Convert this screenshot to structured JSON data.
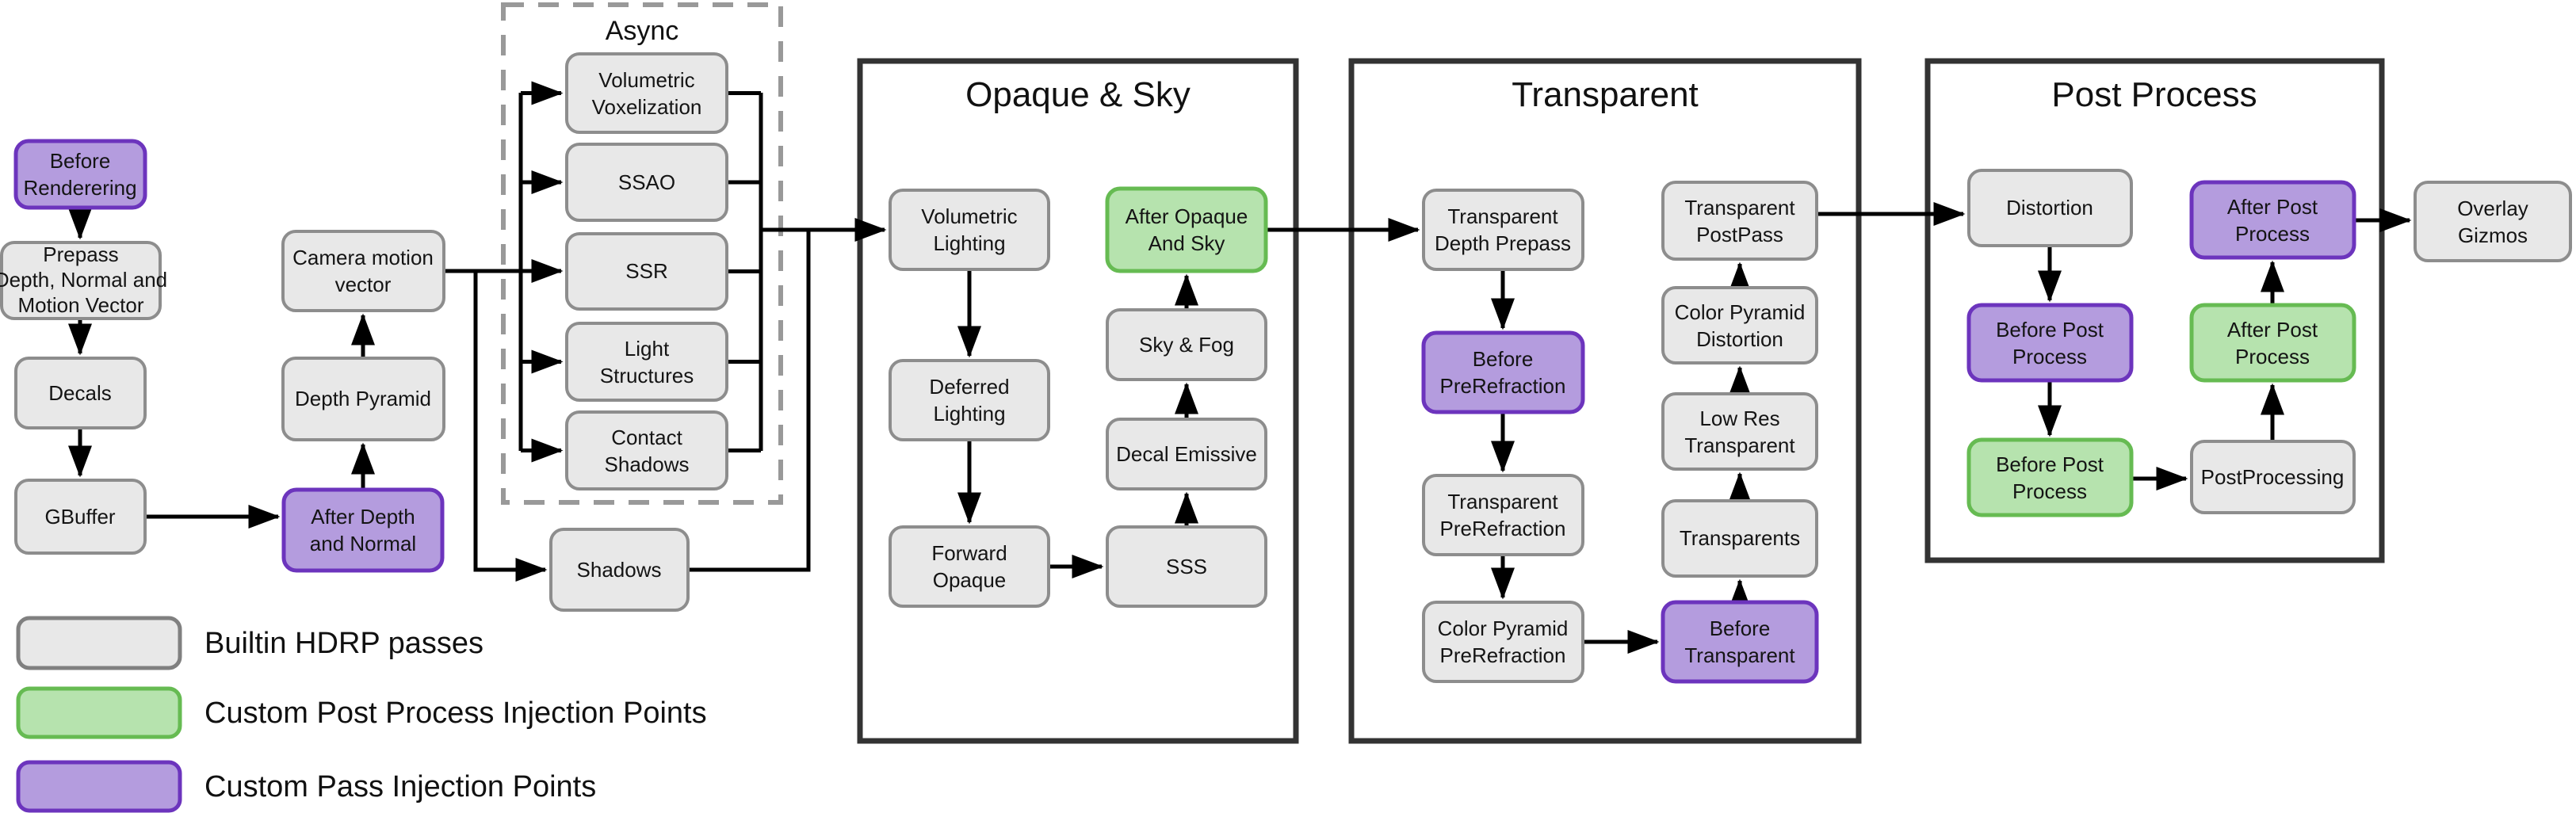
{
  "diagram": {
    "async_label": "Async",
    "sections": {
      "opaque_sky": {
        "title": "Opaque & Sky"
      },
      "transparent": {
        "title": "Transparent"
      },
      "post_process": {
        "title": "Post Process"
      }
    },
    "nodes": {
      "before_rendering": {
        "kind": "custom_pass",
        "lines": [
          "Before",
          "Renderering"
        ]
      },
      "prepass": {
        "kind": "builtin",
        "lines": [
          "Prepass",
          "Depth, Normal and",
          "Motion Vector"
        ]
      },
      "decals": {
        "kind": "builtin",
        "lines": [
          "Decals"
        ]
      },
      "gbuffer": {
        "kind": "builtin",
        "lines": [
          "GBuffer"
        ]
      },
      "camera_motion_vector": {
        "kind": "builtin",
        "lines": [
          "Camera motion",
          "vector"
        ]
      },
      "depth_pyramid": {
        "kind": "builtin",
        "lines": [
          "Depth Pyramid"
        ]
      },
      "after_depth_and_normal": {
        "kind": "custom_pass",
        "lines": [
          "After Depth",
          "and Normal"
        ]
      },
      "volumetric_voxelization": {
        "kind": "builtin",
        "lines": [
          "Volumetric",
          "Voxelization"
        ]
      },
      "ssao": {
        "kind": "builtin",
        "lines": [
          "SSAO"
        ]
      },
      "ssr": {
        "kind": "builtin",
        "lines": [
          "SSR"
        ]
      },
      "light_structures": {
        "kind": "builtin",
        "lines": [
          "Light",
          "Structures"
        ]
      },
      "contact_shadows": {
        "kind": "builtin",
        "lines": [
          "Contact",
          "Shadows"
        ]
      },
      "shadows": {
        "kind": "builtin",
        "lines": [
          "Shadows"
        ]
      },
      "volumetric_lighting": {
        "kind": "builtin",
        "lines": [
          "Volumetric",
          "Lighting"
        ]
      },
      "deferred_lighting": {
        "kind": "builtin",
        "lines": [
          "Deferred",
          "Lighting"
        ]
      },
      "forward_opaque": {
        "kind": "builtin",
        "lines": [
          "Forward",
          "Opaque"
        ]
      },
      "sss": {
        "kind": "builtin",
        "lines": [
          "SSS"
        ]
      },
      "decal_emissive": {
        "kind": "builtin",
        "lines": [
          "Decal Emissive"
        ]
      },
      "sky_fog": {
        "kind": "builtin",
        "lines": [
          "Sky & Fog"
        ]
      },
      "after_opaque_and_sky": {
        "kind": "custom_post",
        "lines": [
          "After Opaque",
          "And Sky"
        ]
      },
      "transparent_depth_prepass": {
        "kind": "builtin",
        "lines": [
          "Transparent",
          "Depth Prepass"
        ]
      },
      "before_prerefraction": {
        "kind": "custom_pass",
        "lines": [
          "Before",
          "PreRefraction"
        ]
      },
      "transparent_prerefraction": {
        "kind": "builtin",
        "lines": [
          "Transparent",
          "PreRefraction"
        ]
      },
      "color_pyramid_prerefraction": {
        "kind": "builtin",
        "lines": [
          "Color Pyramid",
          "PreRefraction"
        ]
      },
      "before_transparent": {
        "kind": "custom_pass",
        "lines": [
          "Before",
          "Transparent"
        ]
      },
      "transparents": {
        "kind": "builtin",
        "lines": [
          "Transparents"
        ]
      },
      "low_res_transparent": {
        "kind": "builtin",
        "lines": [
          "Low Res",
          "Transparent"
        ]
      },
      "color_pyramid_distortion": {
        "kind": "builtin",
        "lines": [
          "Color Pyramid",
          "Distortion"
        ]
      },
      "transparent_postpass": {
        "kind": "builtin",
        "lines": [
          "Transparent",
          "PostPass"
        ]
      },
      "distortion": {
        "kind": "builtin",
        "lines": [
          "Distortion"
        ]
      },
      "before_post_process_pass": {
        "kind": "custom_pass",
        "lines": [
          "Before Post",
          "Process"
        ]
      },
      "before_post_process_fx": {
        "kind": "custom_post",
        "lines": [
          "Before Post",
          "Process"
        ]
      },
      "postprocessing": {
        "kind": "builtin",
        "lines": [
          "PostProcessing"
        ]
      },
      "after_post_process_fx": {
        "kind": "custom_post",
        "lines": [
          "After Post",
          "Process"
        ]
      },
      "after_post_process_pass": {
        "kind": "custom_pass",
        "lines": [
          "After Post",
          "Process"
        ]
      },
      "overlay_gizmos": {
        "kind": "builtin",
        "lines": [
          "Overlay",
          "Gizmos"
        ]
      }
    },
    "legend": {
      "items": [
        {
          "label": "Builtin HDRP passes",
          "kind": "builtin"
        },
        {
          "label": "Custom Post Process Injection Points",
          "kind": "custom_post"
        },
        {
          "label": "Custom Pass Injection Points",
          "kind": "custom_pass"
        }
      ]
    },
    "colors": {
      "builtin_fill": "#e8e8e8",
      "builtin_border": "#8d8d8d",
      "custom_post_fill": "#b6e3ae",
      "custom_post_border": "#66bb52",
      "custom_pass_fill": "#b49cde",
      "custom_pass_border": "#6c34bd",
      "section_border": "#333333",
      "async_border": "#999999",
      "arrow": "#000000"
    }
  }
}
